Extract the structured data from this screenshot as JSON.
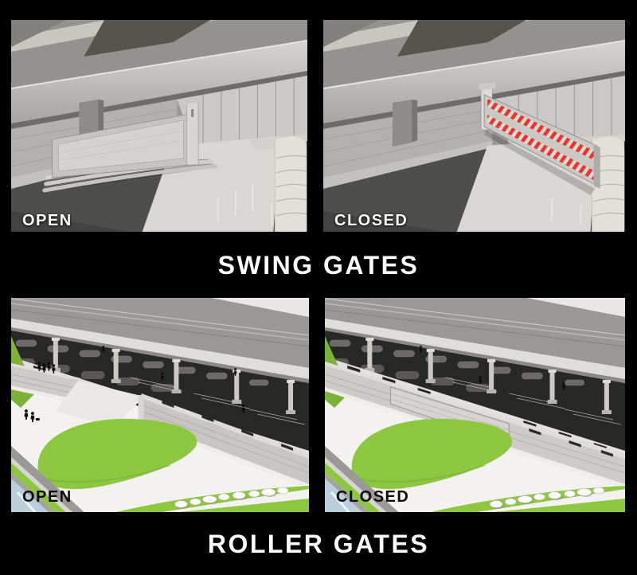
{
  "figure": {
    "background_color": "#000000",
    "sections": [
      {
        "id": "swing-gates",
        "title": "SWING GATES",
        "panels": [
          {
            "id": "swing-open",
            "state_label": "OPEN",
            "label_style": "light"
          },
          {
            "id": "swing-closed",
            "state_label": "CLOSED",
            "label_style": "light"
          }
        ]
      },
      {
        "id": "roller-gates",
        "title": "ROLLER GATES",
        "panels": [
          {
            "id": "roller-open",
            "state_label": "OPEN",
            "label_style": "dark"
          },
          {
            "id": "roller-closed",
            "state_label": "CLOSED",
            "label_style": "dark"
          }
        ]
      }
    ]
  },
  "colors": {
    "background": "#000000",
    "title_text": "#ffffff",
    "label_light": "#ffffff",
    "label_dark": "#0d0d0d",
    "hazard_red": "#e8362e",
    "lawn_green": "#8dc63f",
    "lawn_green_dark": "#7cb238",
    "water_blue": "#b9cfdb",
    "road_dark": "#4e4e4c",
    "parking_dark": "#282826",
    "concrete_light": "#d9d7d3",
    "concrete_mid": "#a8a6a3"
  }
}
